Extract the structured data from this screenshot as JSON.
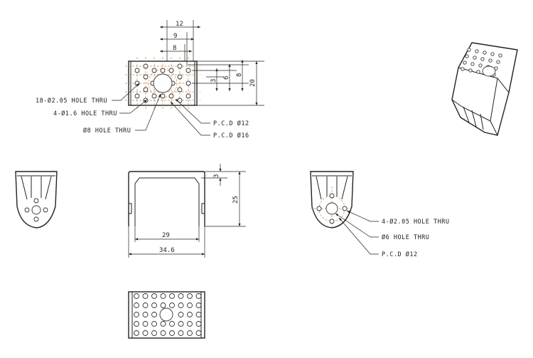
{
  "top_view": {
    "dims": {
      "width_12": "12",
      "width_9": "9",
      "width_8": "8",
      "h_3": "3",
      "h_6": "6",
      "h_8": "8",
      "h_20": "20"
    },
    "callouts": [
      "18-Ø2.05 HOLE THRU",
      "4-Ø1.6 HOLE THRU",
      "Ø8 HOLE THRU",
      "P.C.D Ø12",
      "P.C.D Ø16"
    ]
  },
  "front_view": {
    "dims": {
      "lip_3": "3",
      "height_25": "25",
      "inner_29": "29",
      "outer_34_6": "34.6"
    }
  },
  "side_view": {
    "callouts": [
      "4-Ø2.05 HOLE THRU",
      "Ø6 HOLE THRU",
      "P.C.D Ø12"
    ]
  },
  "colors": {
    "centerline": "#c9864a",
    "line": "#222222"
  }
}
